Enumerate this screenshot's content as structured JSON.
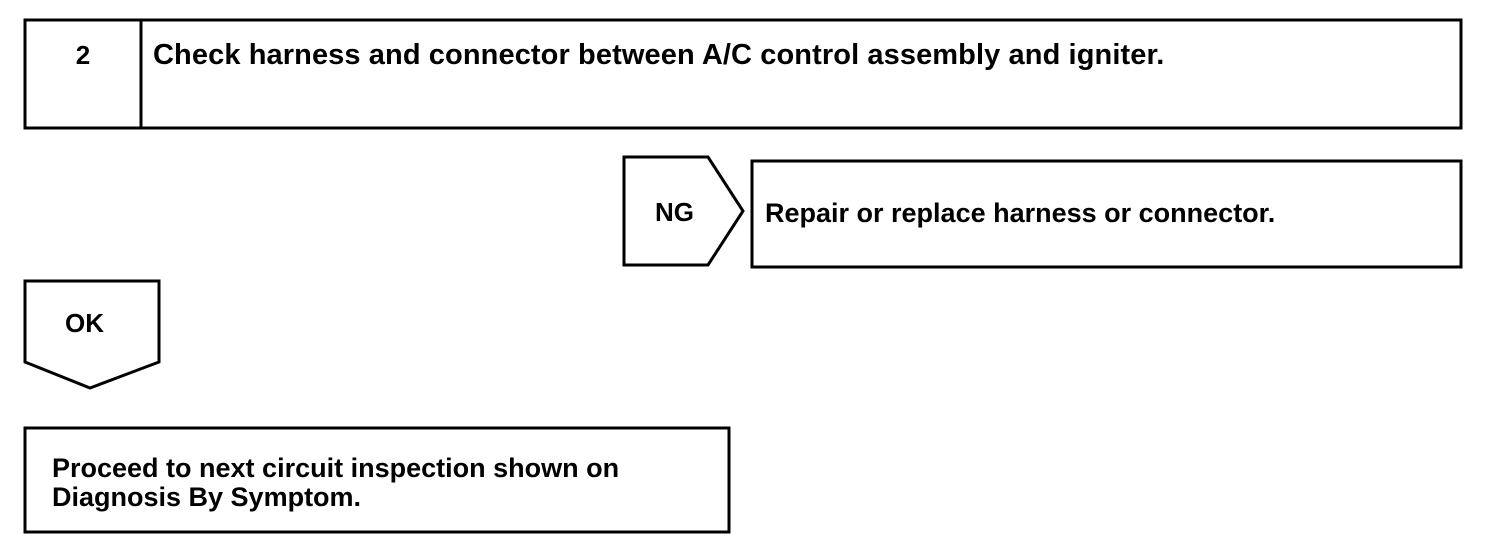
{
  "step": {
    "number": "2",
    "title": "Check harness and connector between A/C control assembly and igniter."
  },
  "ng_branch": {
    "label": "NG",
    "action": "Repair or replace harness or connector."
  },
  "ok_branch": {
    "label": "OK",
    "action": "Proceed to next circuit inspection shown on Diagnosis By Symptom."
  },
  "colors": {
    "line": "#000000",
    "background": "#ffffff"
  }
}
